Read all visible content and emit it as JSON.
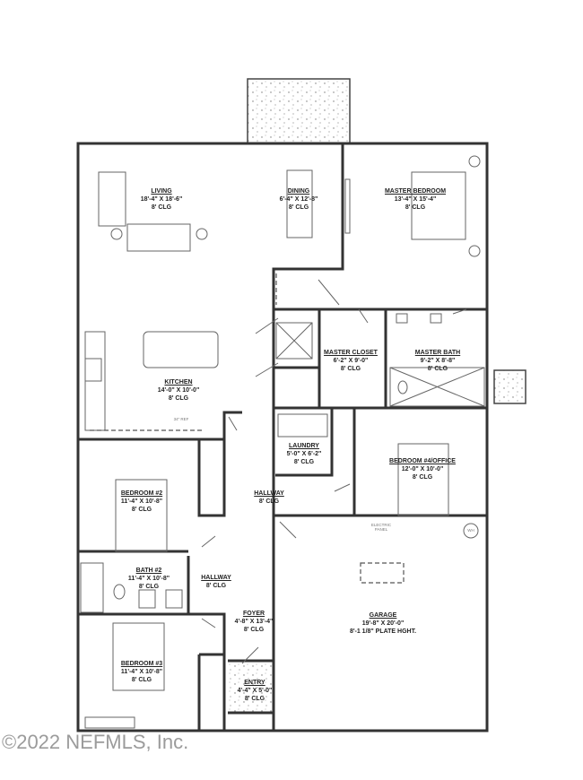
{
  "rooms": {
    "living": {
      "name": "LIVING",
      "size": "18'-4\" X 18'-6\"",
      "ceiling": "8' CLG"
    },
    "dining": {
      "name": "DINING",
      "size": "6'-4\" X 12'-8\"",
      "ceiling": "8' CLG"
    },
    "master_bedroom": {
      "name": "MASTER BEDROOM",
      "size": "13'-4\" X 15'-4\"",
      "ceiling": "8' CLG"
    },
    "kitchen": {
      "name": "KITCHEN",
      "size": "14'-0\" X 10'-0\"",
      "ceiling": "8' CLG"
    },
    "master_closet": {
      "name": "MASTER CLOSET",
      "size": "6'-2\" X 9'-0\"",
      "ceiling": "8' CLG"
    },
    "master_bath": {
      "name": "MASTER BATH",
      "size": "9'-2\" X 8'-8\"",
      "ceiling": "8' CLG"
    },
    "laundry": {
      "name": "LAUNDRY",
      "size": "5'-0\" X 6'-2\"",
      "ceiling": "8' CLG"
    },
    "bedroom4": {
      "name": "BEDROOM #4/OFFICE",
      "size": "12'-0\" X 10'-0\"",
      "ceiling": "8' CLG"
    },
    "hallway1": {
      "name": "HALLWAY",
      "ceiling": "8' CLG"
    },
    "bedroom2": {
      "name": "BEDROOM #2",
      "size": "11'-4\" X 10'-8\"",
      "ceiling": "8' CLG"
    },
    "bath2": {
      "name": "BATH #2",
      "size": "11'-4\" X 10'-8\"",
      "ceiling": "8' CLG"
    },
    "hallway2": {
      "name": "HALLWAY",
      "ceiling": "8' CLG"
    },
    "foyer": {
      "name": "FOYER",
      "size": "4'-8\" X 13'-4\"",
      "ceiling": "8' CLG"
    },
    "garage": {
      "name": "GARAGE",
      "size": "19'-8\" X 20'-0\"",
      "ceiling": "8'-1 1/8\" PLATE HGHT."
    },
    "bedroom3": {
      "name": "BEDROOM #3",
      "size": "11'-4\" X 10'-8\"",
      "ceiling": "8' CLG"
    },
    "entry": {
      "name": "ENTRY",
      "size": "4'-4\" X 5'-0\"",
      "ceiling": "8' CLG"
    }
  },
  "annotations": {
    "electric_panel": "ELECTRIC PANEL",
    "water_heater": "WH",
    "fridge": "34\" REF"
  },
  "watermark": "©2022 NEFMLS, Inc."
}
